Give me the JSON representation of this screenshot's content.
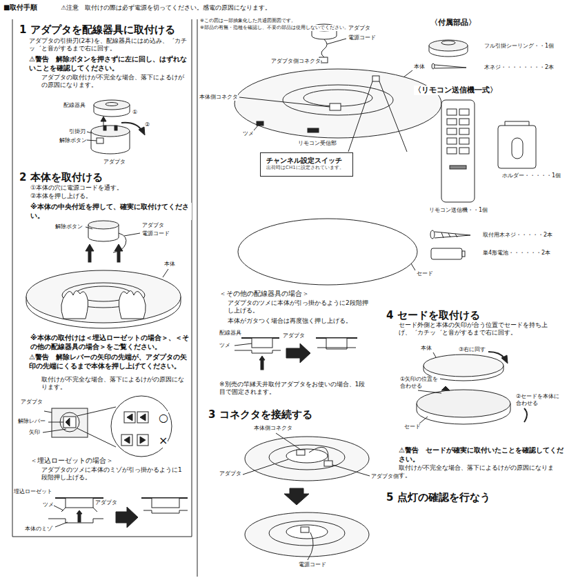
{
  "diagram": {
    "title": "■取付手順",
    "nodes": [
      {
        "text": [
          "チャンネル設定スイッチ",
          "出荷時はCH1に設定されています。"
        ]
      }
    ],
    "labels": [
      "⚠注意　取付けの際は必ず電源を切ってください。感電の原因になります。",
      "1 アダプタを配線器具に取付ける",
      "アダプタの引掛刃(2本)を、配線器具にはめ込み、゛カチッ゛と音がするまで右に回す。",
      "⚠警告　解除ボタンを押さずに左に回し、はずれないことを確認してください。",
      "アダプタの取付けが不完全な場合、落下によるけがの原因になります。",
      "配線器具",
      "①",
      "②",
      "引掛刃",
      "解除ボタン",
      "アダプタ",
      "2 本体を取付ける",
      "①本体の穴に電源コードを通す。",
      "②本体を押し上げる。",
      "※本体の中央付近を押して、確実に取付けてください。",
      "解除ボタン",
      "アダプタ",
      "電源コード",
      "本体",
      "※本体の取付けは＜埋込ローゼットの場合＞、＜その他の配線器具の場合＞をご覧ください。",
      "⚠警告　解除レバーの矢印の先端が、アダプタの矢印の先端にくるまで本体を押し上げてください。",
      "取付けが不完全な場合、落下によるけがの原因になります。",
      "アダプタ",
      "解除レバー",
      "矢印",
      "○",
      "×",
      "＜埋込ローゼットの場合＞",
      "アダプタのツメに本体のミゾが引っ掛かるように1段階押し上げる。",
      "埋込ローゼット",
      "ツメ",
      "アダプタ",
      "本体のミゾ",
      "※この図は一部抽象化した共通図面図です。",
      "※部品の有無・指種を確認し、不要の部品は使用しないでください。",
      "アダプタ",
      "電源コード",
      "アダプタ側コネクタ",
      "本体",
      "本体側コネクタ",
      "ツメ",
      "リモコン受信部",
      "〈付属部品〉",
      "フル引掛シーリング・・1個",
      "木ネジ・・・・・・・・2本",
      "〈リモコン送信機一式〉",
      "ホルダー・・・・・1個",
      "リモコン送信機・・1個",
      "取付用木ネジ・・・・・2本",
      "単4形電池・・・・・・2本",
      "セード",
      "＜その他の配線器具の場合＞",
      "アダプタのツメに本体が引っ掛かるように2段階押し上げる。",
      "本体がガタつく場合は再度強く押し上げる。",
      "配線器具",
      "ツメ",
      "アダプタ",
      "※別売の竿縁天井取付アダプタをお使いの場合、1段目で固定されます。",
      "3 コネクタを接続する",
      "本体側コネクタ",
      "アダプタ",
      "アダプタ側コネクタ",
      "電源コード",
      "4 セードを取付ける",
      "セード外側と本体の矢印が合う位置でセードを持ち上げ、゛カチッ゛と音がするまで右に回す。",
      "本体",
      "③右に回す",
      "①矢印の位置を合わせる",
      "②セードを本体に合わせる",
      "セード",
      "⚠警告　セードが確実に取付いたことを確認してください。",
      "取付けが不完全な場合、落下によるけがの原因になります。",
      "5 点灯の確認を行なう"
    ]
  }
}
